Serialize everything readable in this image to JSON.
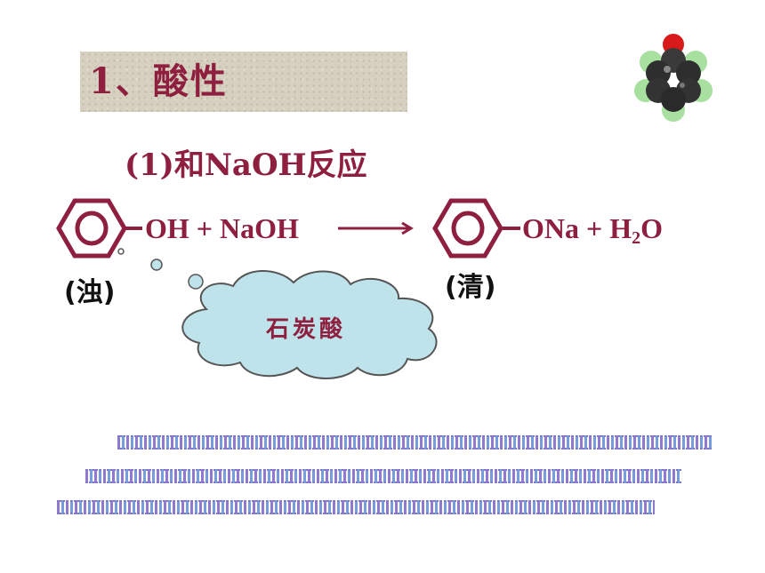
{
  "slide": {
    "title": "1、酸性",
    "subtitle": "(1)和NaOH反应",
    "equation": {
      "reactant_group": "OH",
      "plus1": "+",
      "reagent": "NaOH",
      "product_group": "ONa",
      "plus2": "+",
      "water_h": "H",
      "water_sub": "2",
      "water_o": "O"
    },
    "label_turbid": "(浊)",
    "label_clear": "(清)",
    "cloud_text": "石炭酸"
  },
  "colors": {
    "accent": "#8e1f3f",
    "cloud_fill": "#bfe3ea",
    "title_bg": "#d6d0c0"
  }
}
